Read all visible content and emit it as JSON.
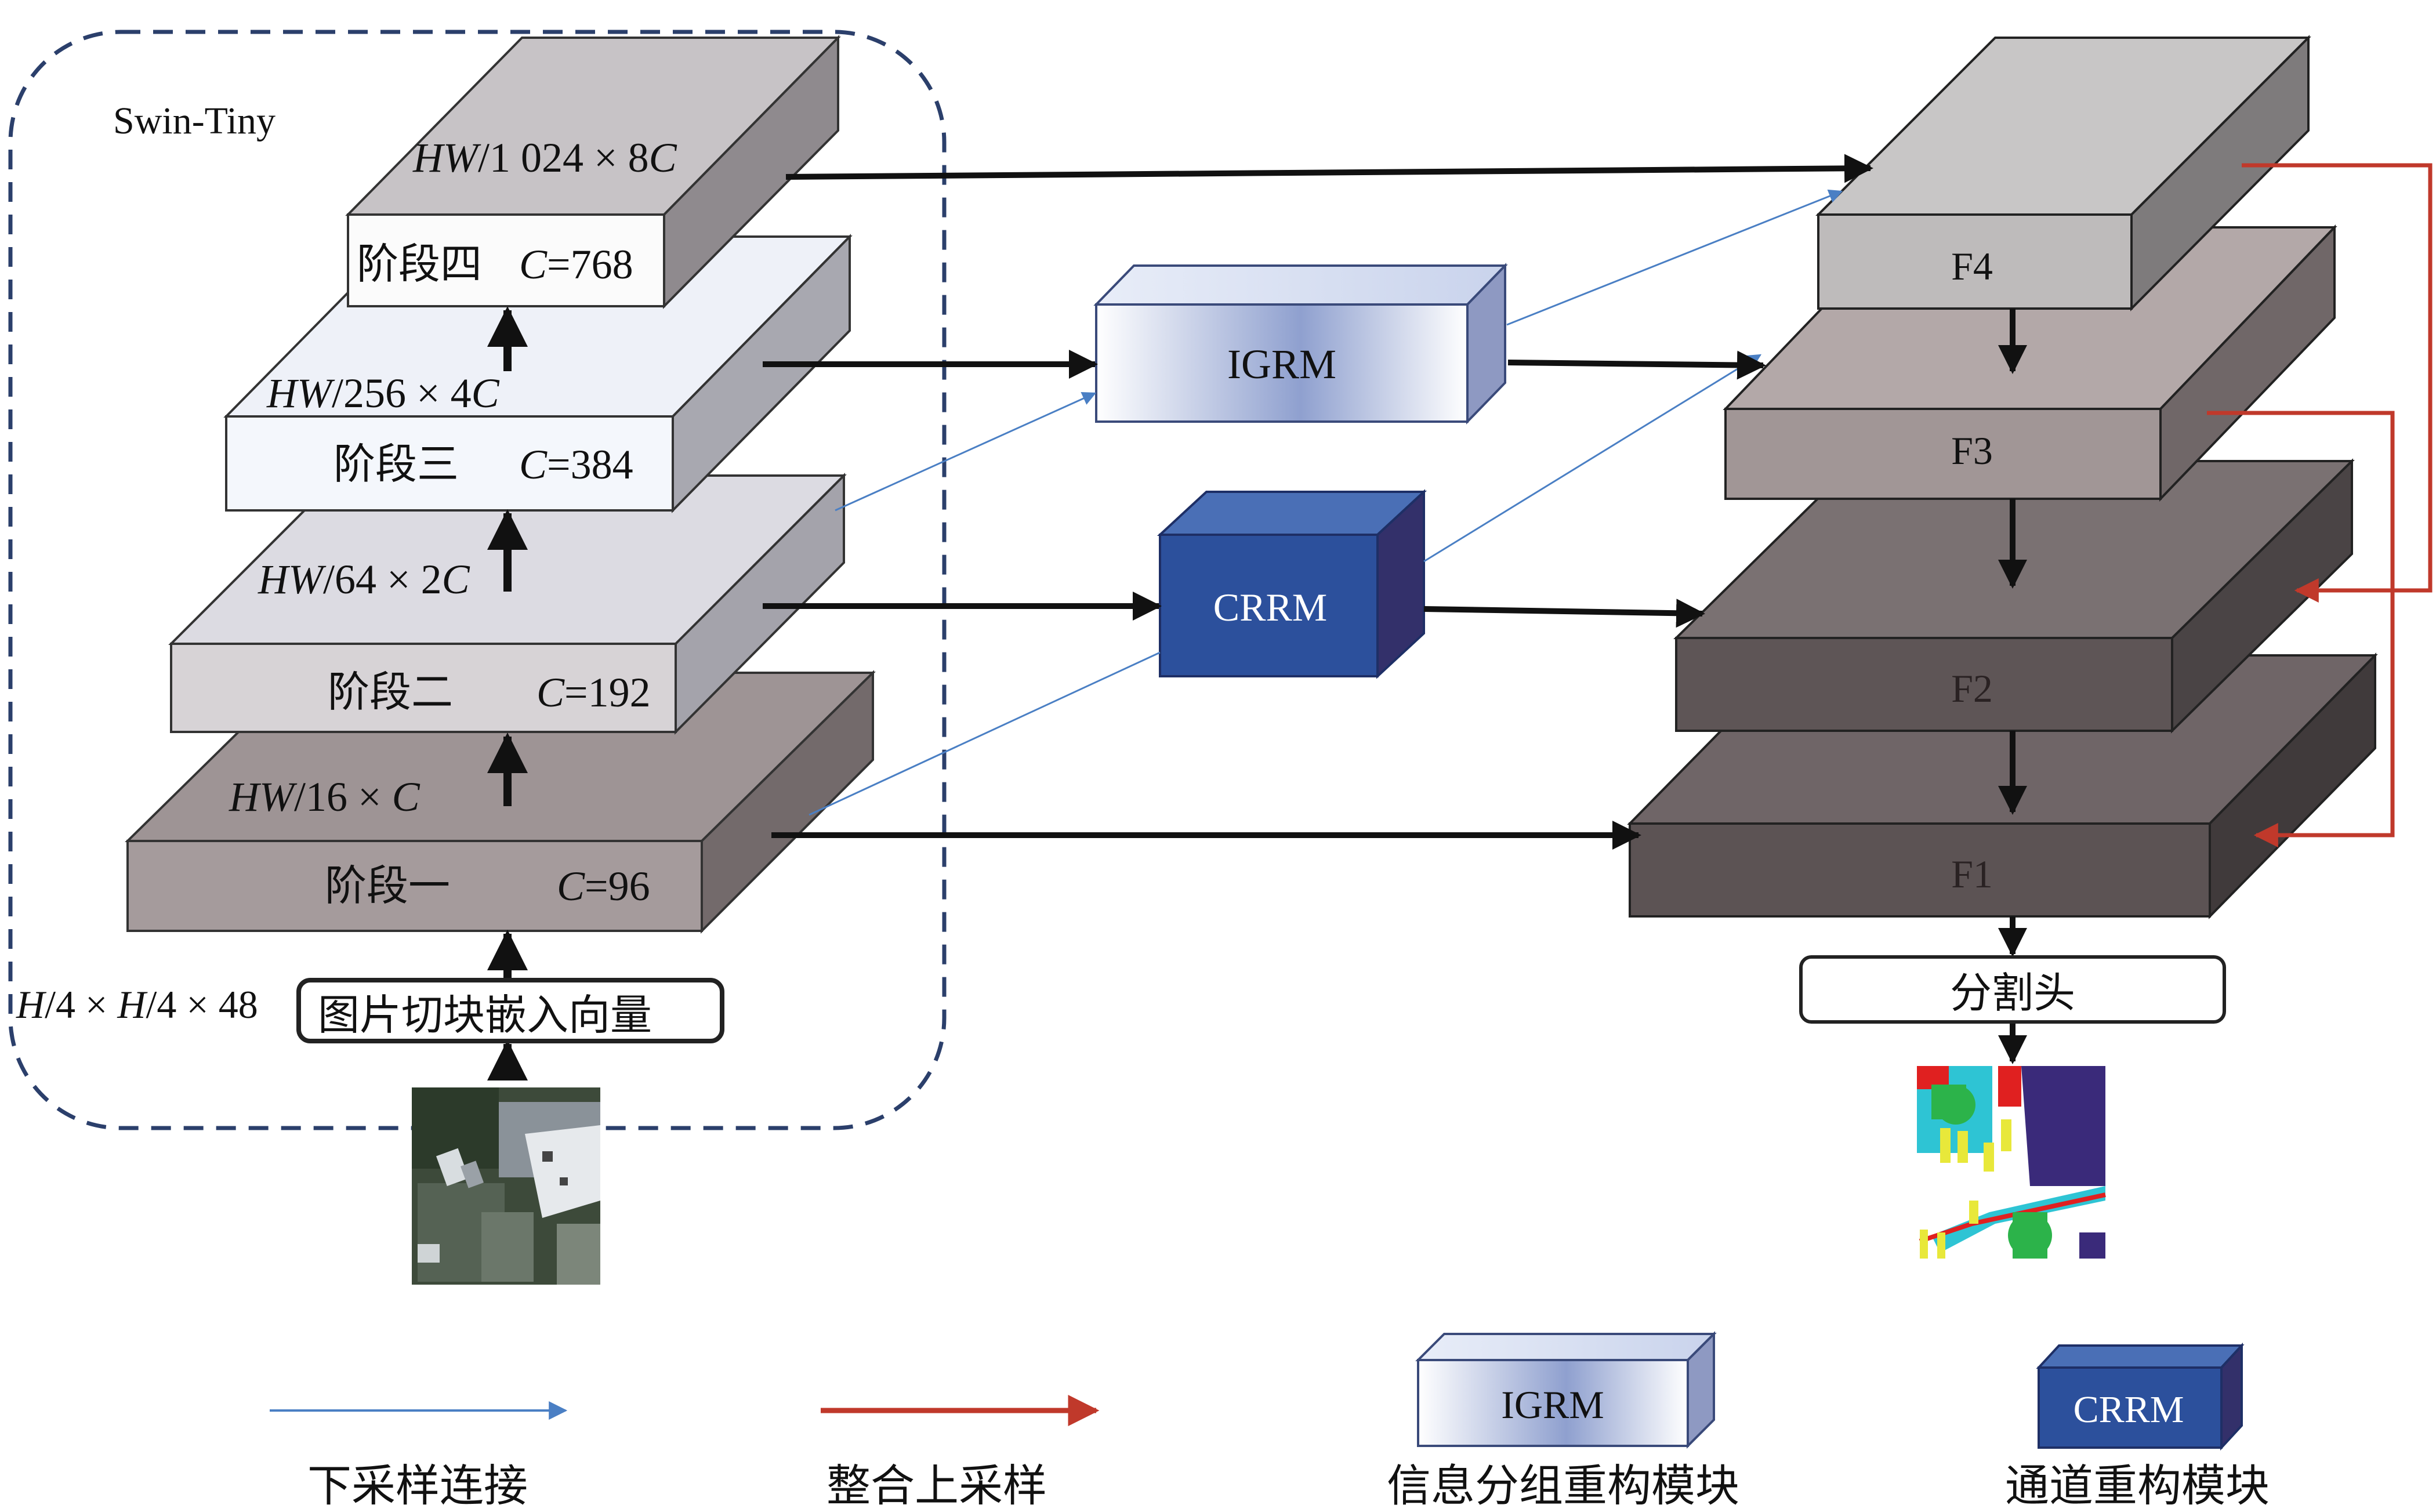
{
  "encoder": {
    "group_label": "Swin-Tiny",
    "patch_embed_label": "图片切块嵌入向量",
    "patch_embed_dims": {
      "h": "H",
      "sep1": "/4 × ",
      "w": "H",
      "sep2": "/4 × 48"
    },
    "stages": [
      {
        "label": "阶段一",
        "c_var": "C",
        "c_val": "=96",
        "dims_var": "HW",
        "dims_rest": "/16 × ",
        "dims_c": "C",
        "dims_mult": ""
      },
      {
        "label": "阶段二",
        "c_var": "C",
        "c_val": "=192",
        "dims_var": "HW",
        "dims_rest": "/64 × 2",
        "dims_c": "C",
        "dims_mult": ""
      },
      {
        "label": "阶段三",
        "c_var": "C",
        "c_val": "=384",
        "dims_var": "HW",
        "dims_rest": "/256 × 4",
        "dims_c": "C",
        "dims_mult": ""
      },
      {
        "label": "阶段四",
        "c_var": "C",
        "c_val": "=768",
        "dims_var": "HW",
        "dims_rest": "/1 024 × 8",
        "dims_c": "C",
        "dims_mult": ""
      }
    ]
  },
  "modules": {
    "igrm": {
      "label": "IGRM"
    },
    "crrm": {
      "label": "CRRM"
    }
  },
  "decoder": {
    "features": [
      "F1",
      "F2",
      "F3",
      "F4"
    ],
    "seg_head_label": "分割头"
  },
  "legend": {
    "downsample_label": "下采样连接",
    "upsample_label": "整合上采样",
    "igrm_box_label": "IGRM",
    "igrm_desc": "信息分组重构模块",
    "crrm_box_label": "CRRM",
    "crrm_desc": "通道重构模块"
  },
  "colors": {
    "dashed_border": "#2b3f6b",
    "arrow_black": "#111111",
    "arrow_blue": "#5b8fd0",
    "arrow_red": "#c0392b",
    "crrm_fill": "#2e4f9a",
    "igrm_fill": "#dfe6f4"
  }
}
